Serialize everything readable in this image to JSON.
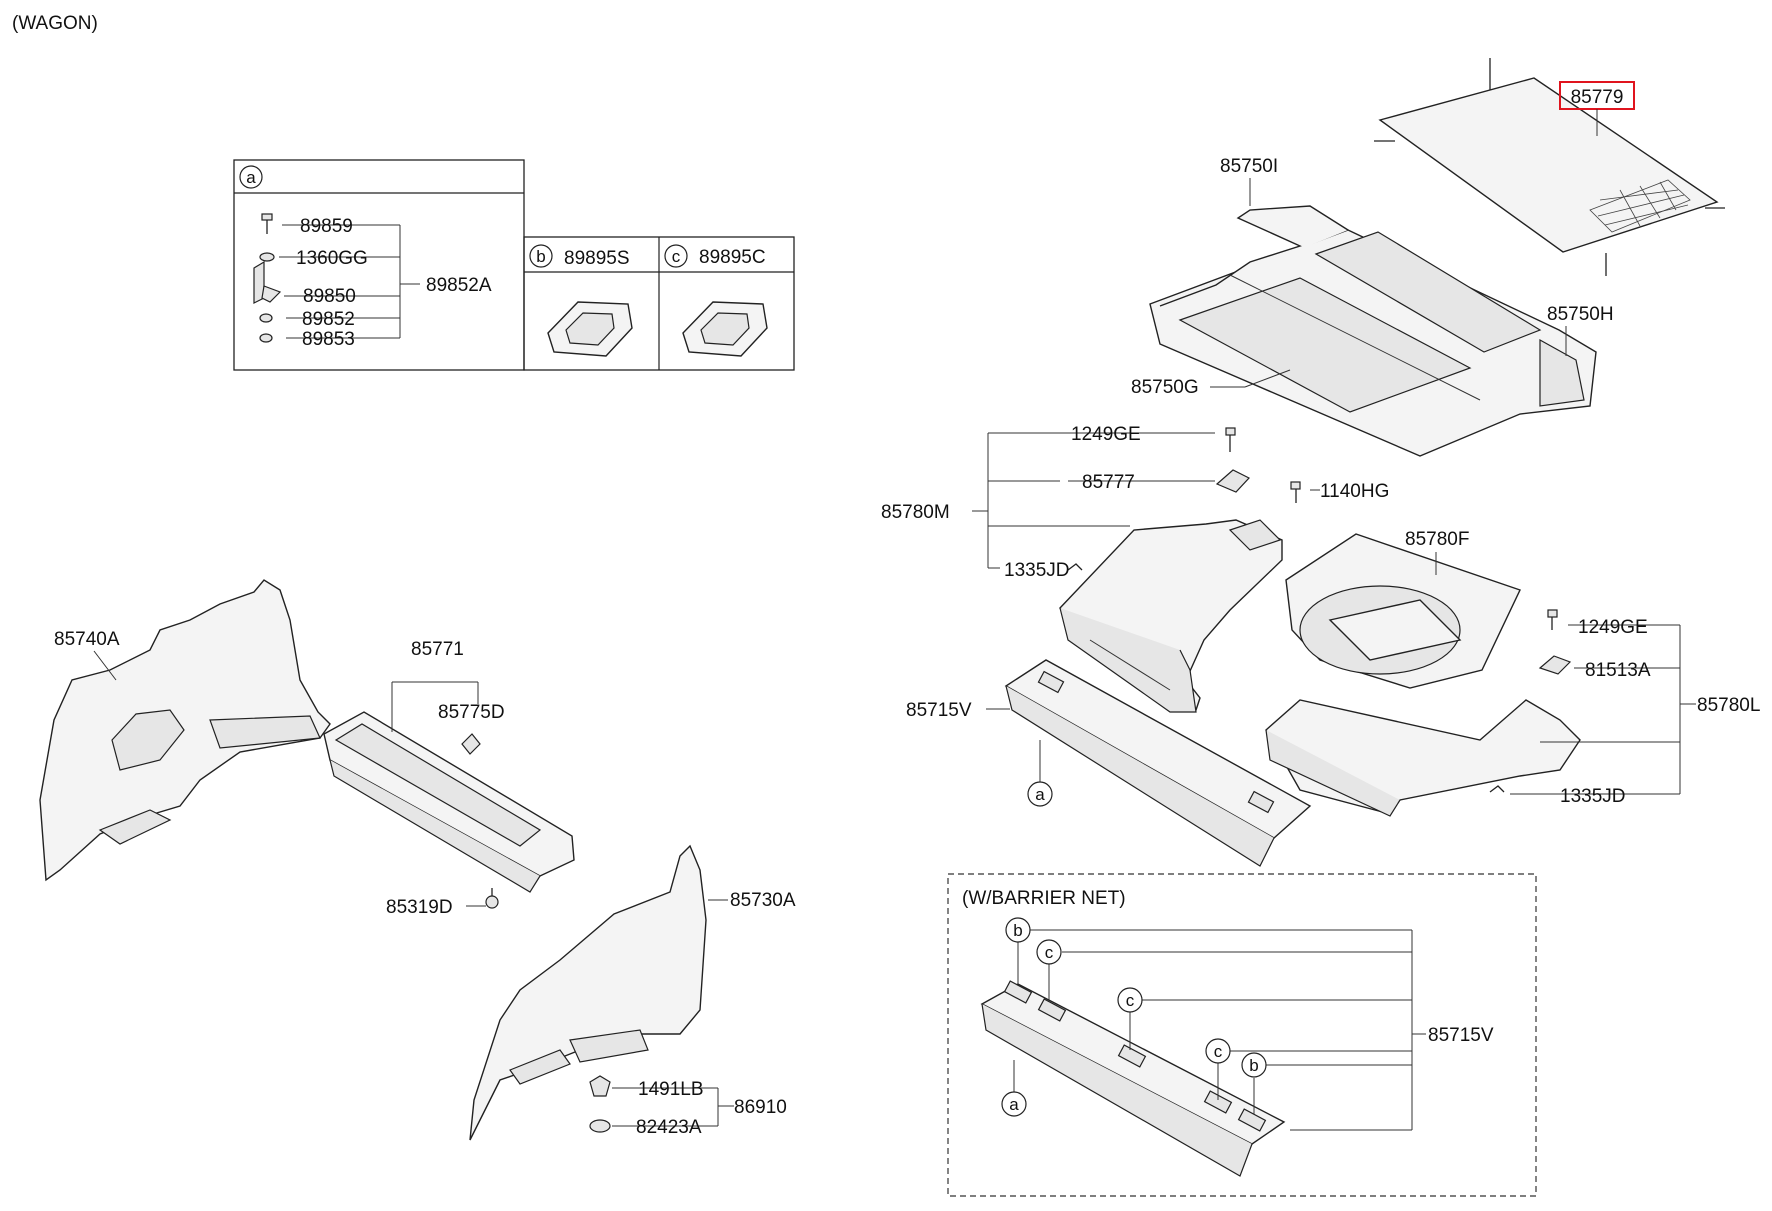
{
  "diagram": {
    "title": "(WAGON)",
    "barrier_box_title": "(W/BARRIER NET)",
    "detail_box": {
      "a_marker": "a",
      "b_marker": "b",
      "c_marker": "c",
      "a_parts": [
        "89859",
        "1360GG",
        "89850",
        "89852",
        "89853"
      ],
      "a_assembly": "89852A",
      "b_part": "89895S",
      "c_part": "89895C"
    },
    "labels": {
      "p85779": "85779",
      "p85750I": "85750I",
      "p85750H": "85750H",
      "p85750G": "85750G",
      "p1249GE_top": "1249GE",
      "p85777": "85777",
      "p1140HG": "1140HG",
      "p85780M": "85780M",
      "p1335JD_left": "1335JD",
      "p85780F": "85780F",
      "p1249GE_right": "1249GE",
      "p81513A": "81513A",
      "p85780L": "85780L",
      "p1335JD_right": "1335JD",
      "p85715V_top": "85715V",
      "p85740A": "85740A",
      "p85771": "85771",
      "p85775D": "85775D",
      "p85319D": "85319D",
      "p85730A": "85730A",
      "p1491LB": "1491LB",
      "p82423A": "82423A",
      "p86910": "86910",
      "p85715V_net": "85715V"
    },
    "markers": {
      "a_under_85715V": "a",
      "net_b1": "b",
      "net_c1": "c",
      "net_c2": "c",
      "net_c3": "c",
      "net_b2": "b",
      "net_a": "a"
    },
    "highlight_color": "#e0141e"
  }
}
